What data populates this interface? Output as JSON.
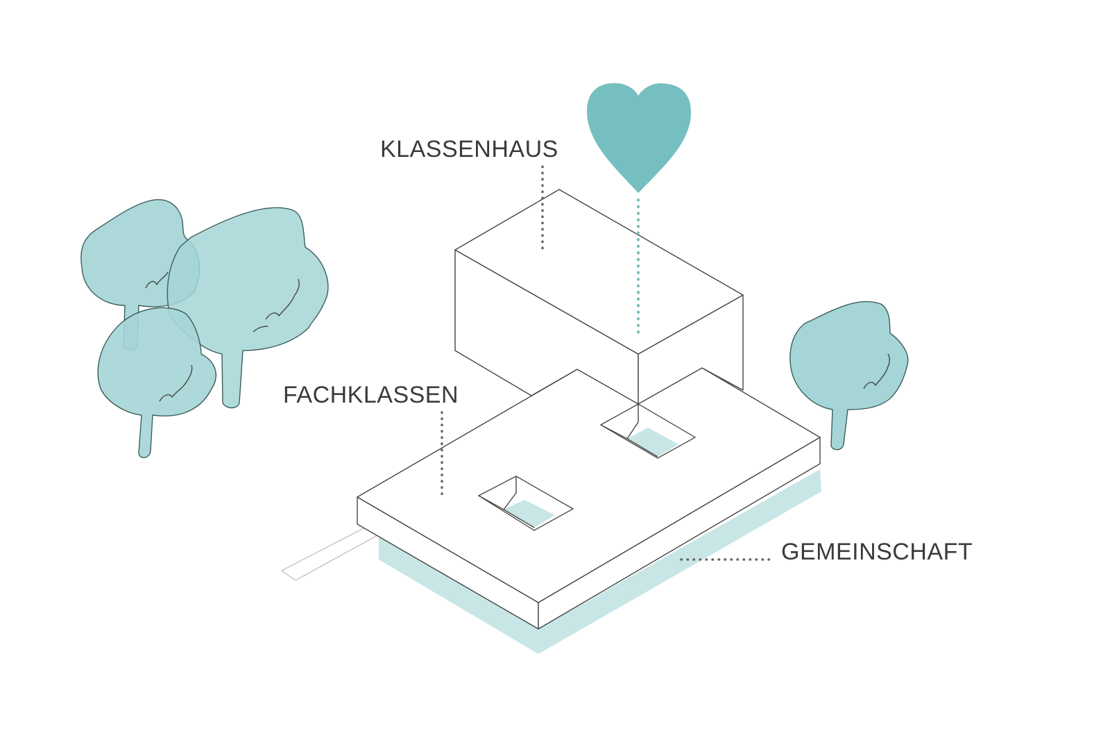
{
  "labels": {
    "klassenhaus": "KLASSENHAUS",
    "fachklassen": "FACHKLASSEN",
    "gemeinschaft": "GEMEINSCHAFT"
  },
  "colors": {
    "accent": "#76bfc0",
    "tree_fill": "#a5d5d6",
    "ground_fill": "#c8e6e6",
    "line": "#444444",
    "dot_grey": "#666666",
    "text": "#3a3a3a"
  },
  "icons": [
    "heart-icon",
    "tree-icon"
  ]
}
